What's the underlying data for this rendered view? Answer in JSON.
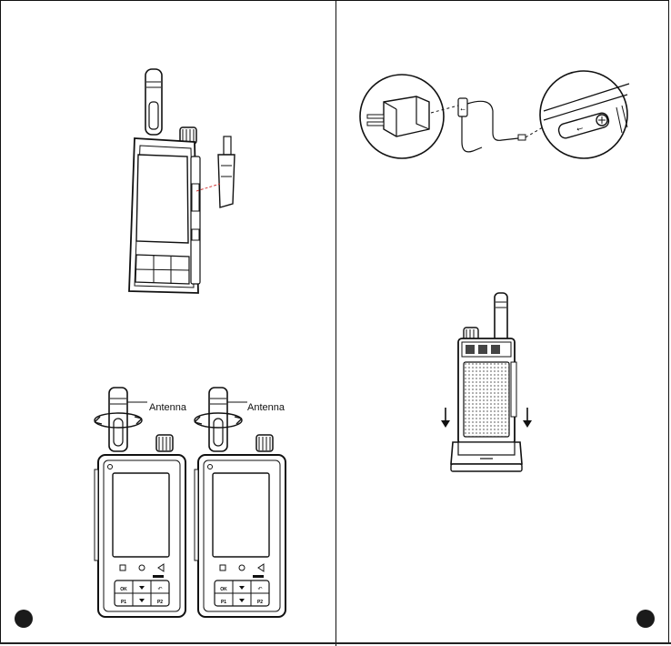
{
  "labels": {
    "antenna_left": "Antenna",
    "antenna_right": "Antenna"
  },
  "keypad": {
    "ok": "OK",
    "p1": "P1",
    "p2": "P2"
  },
  "usb_symbol": "⭠",
  "colors": {
    "line": "#111111",
    "guide": "#d23a3a",
    "speaker_grille": "#9a9a9a"
  }
}
